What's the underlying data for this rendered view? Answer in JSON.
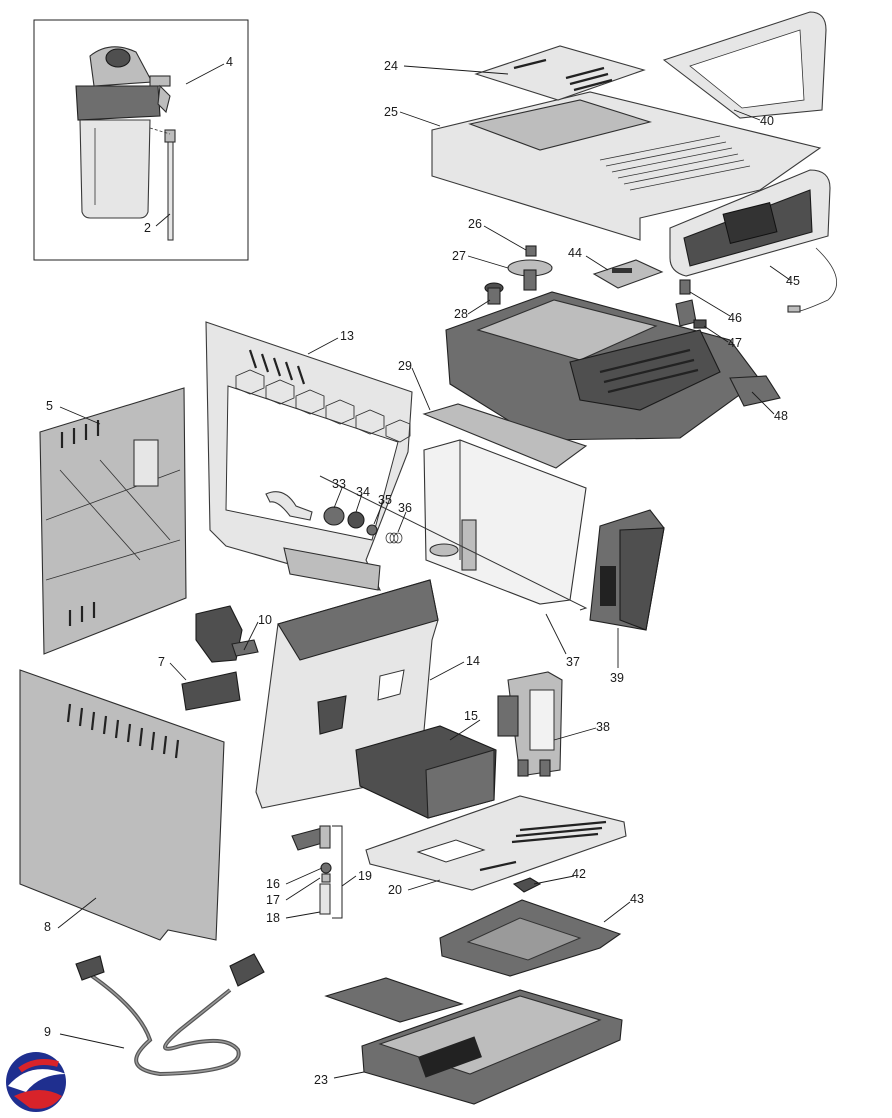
{
  "callouts": {
    "c2": "2",
    "c4": "4",
    "c5": "5",
    "c7": "7",
    "c8": "8",
    "c9": "9",
    "c10": "10",
    "c13": "13",
    "c14": "14",
    "c15": "15",
    "c16": "16",
    "c17": "17",
    "c18": "18",
    "c19": "19",
    "c20": "20",
    "c23": "23",
    "c24": "24",
    "c25": "25",
    "c26": "26",
    "c27": "27",
    "c28": "28",
    "c29": "29",
    "c33": "33",
    "c34": "34",
    "c35": "35",
    "c36": "36",
    "c37": "37",
    "c38": "38",
    "c39": "39",
    "c40": "40",
    "c42": "42",
    "c43": "43",
    "c44": "44",
    "c45": "45",
    "c46": "46",
    "c47": "47",
    "c48": "48"
  },
  "logo": {
    "icon": "brand-swirl-logo",
    "colors": [
      "#1f2f8f",
      "#d8232a"
    ]
  }
}
